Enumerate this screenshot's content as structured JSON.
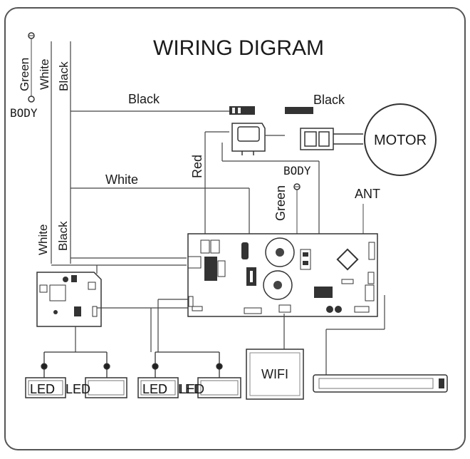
{
  "title": "WIRING DIGRAM",
  "labels": {
    "green_left": "Green",
    "white_left_top": "White",
    "black_left_top": "Black",
    "body_left": "BODY",
    "black_top_wire": "Black",
    "black_motor": "Black",
    "motor": "MOTOR",
    "red": "Red",
    "white_mid": "White",
    "body_mid": "BODY",
    "green_mid": "Green",
    "ant": "ANT",
    "white_left_bottom": "White",
    "black_left_bottom": "Black",
    "wifi": "WIFI",
    "led_1": "LED",
    "led_2": "LED",
    "led_3": "LED",
    "led_4": "LED"
  }
}
